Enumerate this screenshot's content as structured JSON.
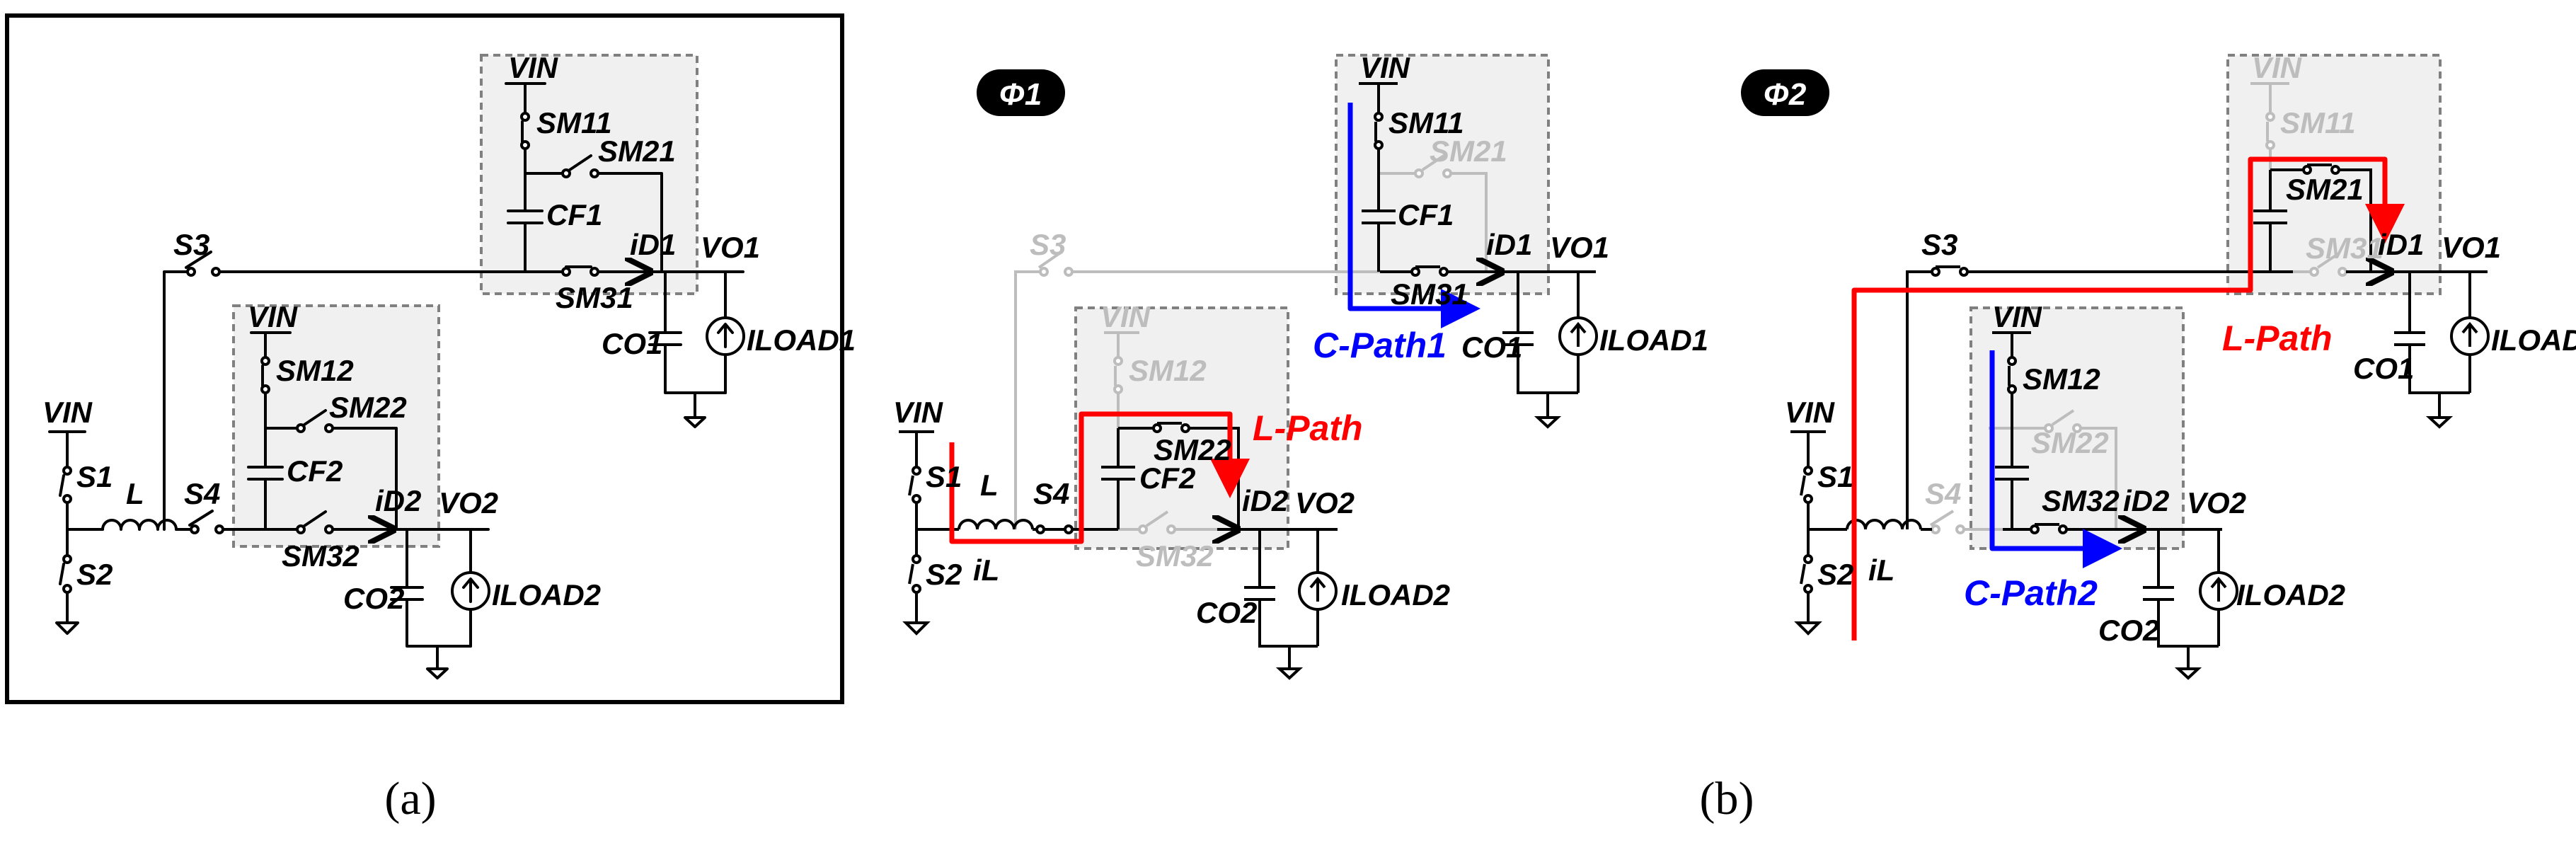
{
  "captions": {
    "a": "(a)",
    "b": "(b)"
  },
  "phases": {
    "phi1": "Φ1",
    "phi2": "Φ2"
  },
  "labels": {
    "vin": "VIN",
    "sm11": "SM11",
    "sm21": "SM21",
    "sm31": "SM31",
    "sm12": "SM12",
    "sm22": "SM22",
    "sm32": "SM32",
    "cf1": "CF1",
    "cf2": "CF2",
    "s1": "S1",
    "s2": "S2",
    "s3": "S3",
    "s4": "S4",
    "l": "L",
    "il": "iL",
    "id1": "iD1",
    "id2": "iD2",
    "vo1": "VO1",
    "vo2": "VO2",
    "co1": "CO1",
    "co2": "CO2",
    "iload1": "ILOAD1",
    "iload2": "ILOAD2"
  },
  "paths": {
    "l_path": "L-Path",
    "c_path1": "C-Path1",
    "c_path2": "C-Path2"
  },
  "colors": {
    "wire": "#000000",
    "inactive": "#bdbdbd",
    "l_path": "#ff0000",
    "c_path": "#0000ff",
    "box_fill": "#f0f0f0",
    "box_stroke": "#808080"
  }
}
